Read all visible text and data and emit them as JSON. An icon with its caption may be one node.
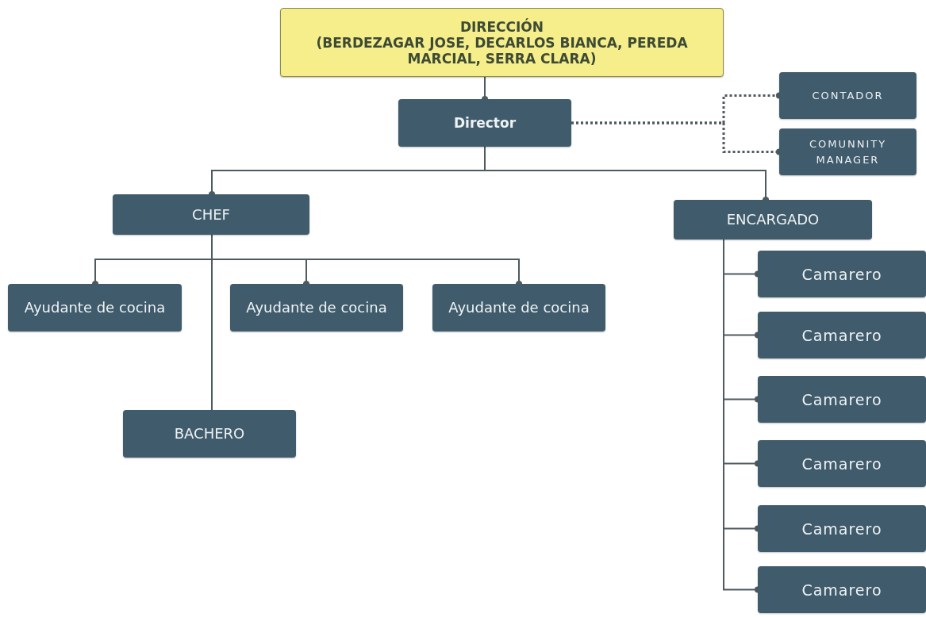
{
  "diagram": {
    "nodes": [
      {
        "text": [
          "DIRECCIÓN",
          "(BERDEZAGAR JOSE, DECARLOS BIANCA, PEREDA MARCIAL, SERRA CLARA)"
        ]
      },
      {
        "text": [
          "Director"
        ]
      },
      {
        "text": [
          "CONTADOR"
        ]
      },
      {
        "text": [
          "COMUNNITY MANAGER"
        ]
      },
      {
        "text": [
          "CHEF"
        ]
      },
      {
        "text": [
          "ENCARGADO"
        ]
      },
      {
        "text": [
          "Ayudante de cocina"
        ]
      },
      {
        "text": [
          "Ayudante de cocina"
        ]
      },
      {
        "text": [
          "Ayudante de cocina"
        ]
      },
      {
        "text": [
          "BACHERO"
        ]
      },
      {
        "text": [
          "Camarero"
        ]
      },
      {
        "text": [
          "Camarero"
        ]
      },
      {
        "text": [
          "Camarero"
        ]
      },
      {
        "text": [
          "Camarero"
        ]
      },
      {
        "text": [
          "Camarero"
        ]
      },
      {
        "text": [
          "Camarero"
        ]
      }
    ],
    "edges": [
      {
        "from": 0,
        "to": 1,
        "arrow": "other"
      },
      {
        "from": 1,
        "to": 2,
        "arrow": "other",
        "style": "dashed"
      },
      {
        "from": 1,
        "to": 3,
        "arrow": "other",
        "style": "dashed"
      },
      {
        "from": 1,
        "to": 4,
        "arrow": "other"
      },
      {
        "from": 1,
        "to": 5,
        "arrow": "other"
      },
      {
        "from": 4,
        "to": 6,
        "arrow": "other"
      },
      {
        "from": 4,
        "to": 7,
        "arrow": "other"
      },
      {
        "from": 4,
        "to": 8,
        "arrow": "other"
      },
      {
        "from": 4,
        "to": 9,
        "arrow": "none"
      },
      {
        "from": 5,
        "to": 10,
        "arrow": "other"
      },
      {
        "from": 5,
        "to": 11,
        "arrow": "other"
      },
      {
        "from": 5,
        "to": 12,
        "arrow": "other"
      },
      {
        "from": 5,
        "to": 13,
        "arrow": "other"
      },
      {
        "from": 5,
        "to": 14,
        "arrow": "other"
      },
      {
        "from": 5,
        "to": 15,
        "arrow": "other"
      }
    ]
  }
}
